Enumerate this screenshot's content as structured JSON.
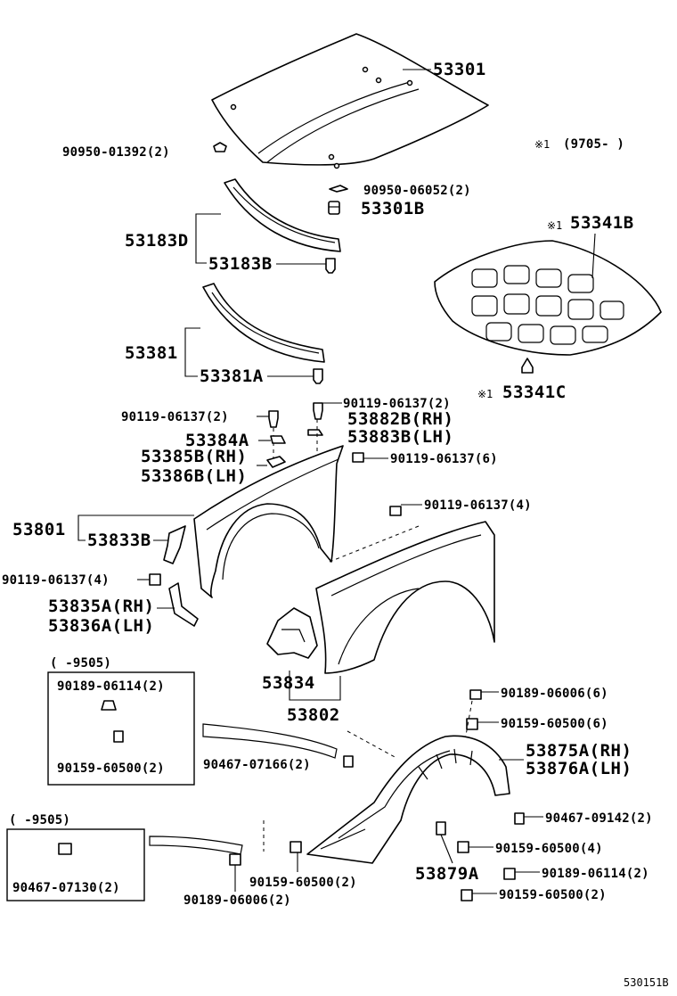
{
  "diagram": {
    "note_marker": "※1",
    "note_date": "(9705-        )",
    "box1_header": "(      -9505)",
    "box2_header": "(      -9505)",
    "ref_code": "530151B",
    "labels": {
      "l53301": "53301",
      "l90950_01392": "90950-01392(2)",
      "l90950_06052": "90950-06052(2)",
      "l53301B": "53301B",
      "l53341B": "53341B",
      "l53183D": "53183D",
      "l53183B": "53183B",
      "l53381": "53381",
      "l53381A": "53381A",
      "l53341C": "53341C",
      "l90119_06137_2a": "90119-06137(2)",
      "l90119_06137_2b": "90119-06137(2)",
      "l53882B": "53882B(RH)",
      "l53883B": "53883B(LH)",
      "l53384A": "53384A",
      "l53385B": "53385B(RH)",
      "l53386B": "53386B(LH)",
      "l90119_06137_6": "90119-06137(6)",
      "l90119_06137_4a": "90119-06137(4)",
      "l53801": "53801",
      "l53833B": "53833B",
      "l90119_06137_4b": "90119-06137(4)",
      "l53835A": "53835A(RH)",
      "l53836A": "53836A(LH)",
      "l90189_06114_box": "90189-06114(2)",
      "l90159_60500_box": "90159-60500(2)",
      "l53834": "53834",
      "l53802": "53802",
      "l90189_06006_6": "90189-06006(6)",
      "l90159_60500_6": "90159-60500(6)",
      "l53875A": "53875A(RH)",
      "l53876A": "53876A(LH)",
      "l90467_07166": "90467-07166(2)",
      "l90467_09142": "90467-09142(2)",
      "l90159_60500_4": "90159-60500(4)",
      "l90189_06114_2": "90189-06114(2)",
      "l53879A": "53879A",
      "l90159_60500_2a": "90159-60500(2)",
      "l90159_60500_2b": "90159-60500(2)",
      "l90467_07130": "90467-07130(2)",
      "l90189_06006_2": "90189-06006(2)"
    }
  }
}
